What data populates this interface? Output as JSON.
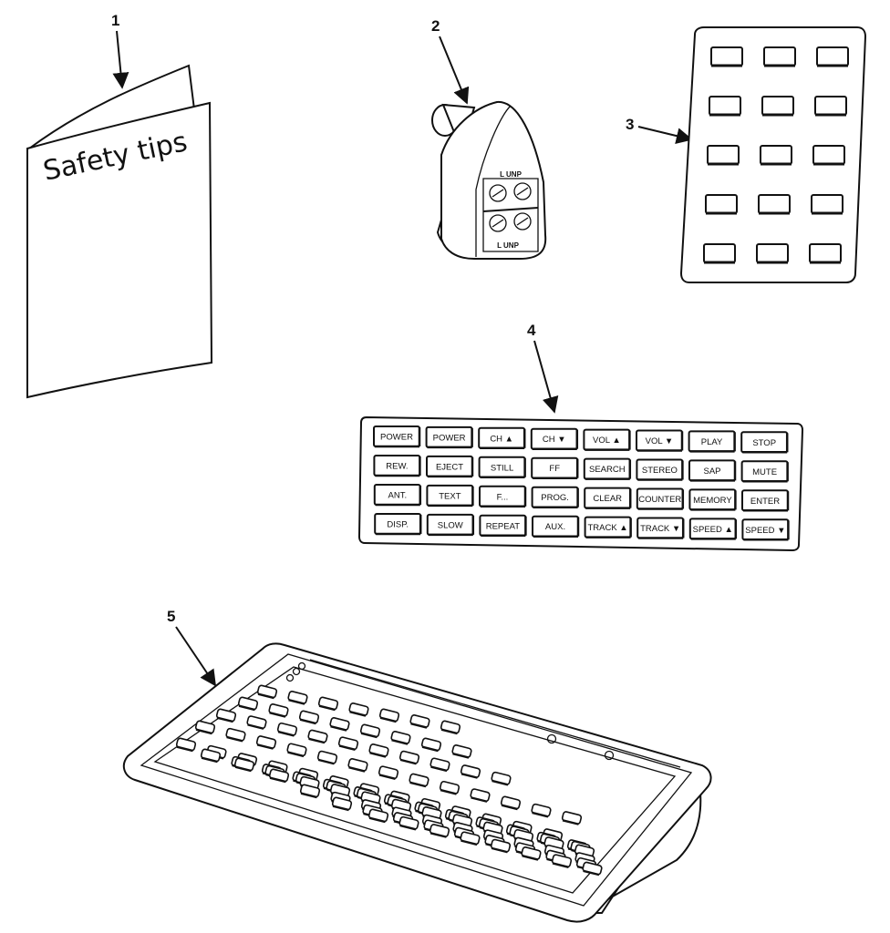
{
  "callouts": [
    "1",
    "2",
    "3",
    "4",
    "5"
  ],
  "booklet": {
    "title": "Safety tips"
  },
  "adapter": {
    "top_marking": "L UNP",
    "bottom_marking": "L UNP"
  },
  "overlay_keys": [
    "POWER",
    "POWER",
    "CH ▲",
    "CH ▼",
    "VOL ▲",
    "VOL ▼",
    "PLAY",
    "STOP",
    "REW.",
    "EJECT",
    "STILL",
    "FF",
    "SEARCH",
    "STEREO",
    "SAP",
    "MUTE",
    "ANT.",
    "TEXT",
    "F...",
    "PROG.",
    "CLEAR",
    "COUNTER",
    "MEMORY",
    "ENTER",
    "DISP.",
    "SLOW",
    "REPEAT",
    "AUX.",
    "TRACK ▲",
    "TRACK ▼",
    "SPEED ▲",
    "SPEED ▼"
  ],
  "icons": [
    "leader-arrow-icon"
  ]
}
